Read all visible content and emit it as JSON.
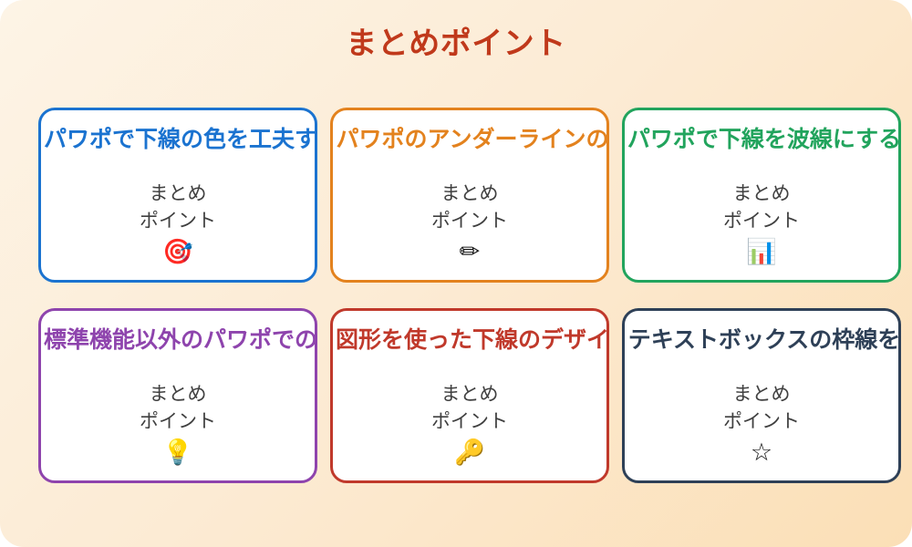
{
  "slide": {
    "title": "まとめポイント",
    "title_color": "#C0391B",
    "background_from": "#FDF4E6",
    "background_to": "#FBDFB6"
  },
  "cards": [
    {
      "title": "パワポで下線の色を工夫す",
      "body": "まとめ\nポイント",
      "icon": "🎯",
      "icon_name": "target-icon",
      "color": "#1B73D0"
    },
    {
      "title": "パワポのアンダーラインの",
      "body": "まとめ\nポイント",
      "icon": "✏",
      "icon_name": "pencil-icon",
      "color": "#E3821E"
    },
    {
      "title": "パワポで下線を波線にする",
      "body": "まとめ\nポイント",
      "icon": "📊",
      "icon_name": "bar-chart-icon",
      "color": "#22A45D"
    },
    {
      "title": "標準機能以外のパワポでの",
      "body": "まとめ\nポイント",
      "icon": "💡",
      "icon_name": "light-bulb-icon",
      "color": "#8E44AD"
    },
    {
      "title": "図形を使った下線のデザイ",
      "body": "まとめ\nポイント",
      "icon": "🔑",
      "icon_name": "key-icon",
      "color": "#C0392B"
    },
    {
      "title": "テキストボックスの枠線を",
      "body": "まとめ\nポイント",
      "icon": "☆",
      "icon_name": "star-icon",
      "color": "#2E4057"
    }
  ]
}
